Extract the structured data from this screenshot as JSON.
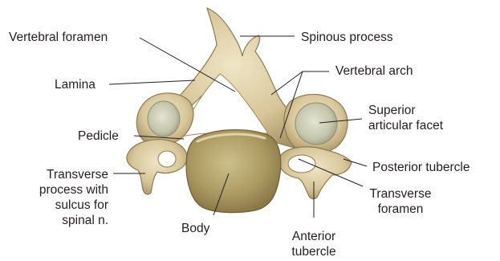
{
  "labels": {
    "vertebral_foramen": "Vertebral foramen",
    "spinous_process": "Spinous process",
    "vertebral_arch": "Vertebral arch",
    "lamina": "Lamina",
    "superior_articular_facet": [
      "Superior",
      "articular facet"
    ],
    "pedicle": "Pedicle",
    "posterior_tubercle": "Posterior tubercle",
    "transverse_process": [
      "Transverse",
      "process with",
      "sulcus for",
      "spinal n."
    ],
    "transverse_foramen": [
      "Transverse",
      "foramen"
    ],
    "body": "Body",
    "anterior_tubercle": [
      "Anterior",
      "tubercle"
    ]
  },
  "colors": {
    "bone_light": "#e8dcb8",
    "bone_mid": "#cdb98a",
    "bone_dark": "#9c8656",
    "facet": "#c9ccb6",
    "leader_line": "#231f20",
    "text": "#231f20"
  }
}
